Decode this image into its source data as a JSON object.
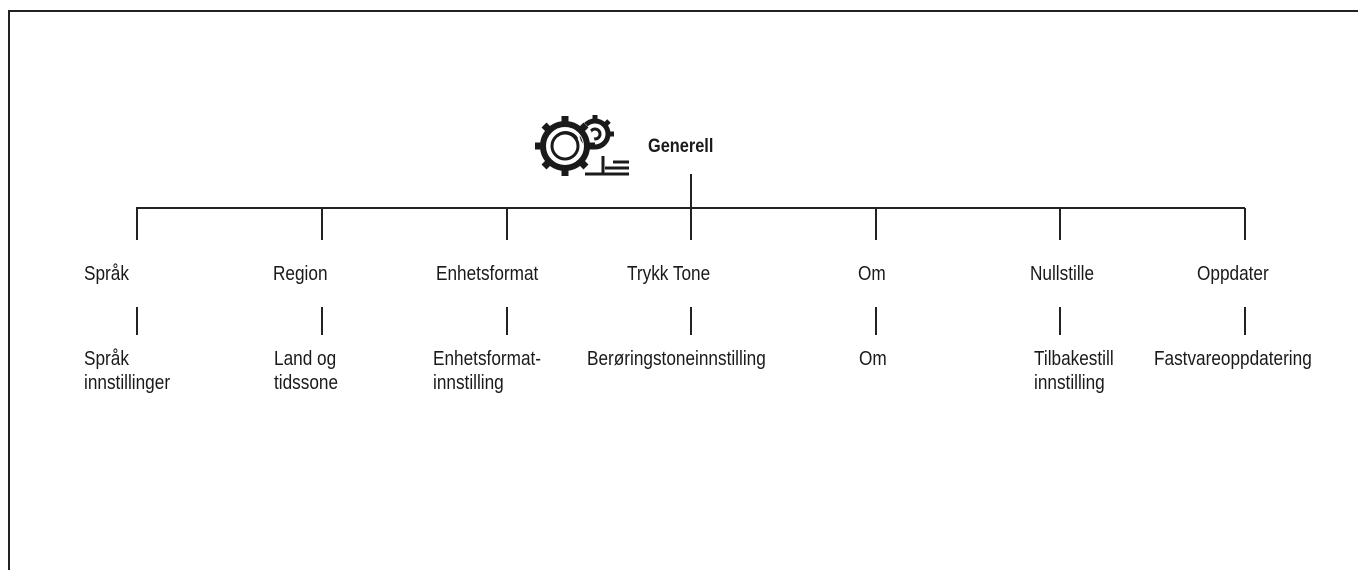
{
  "root": {
    "icon": "gears-settings-icon",
    "label": "Generell"
  },
  "categories": [
    {
      "label": "Språk",
      "detail": "Språk\ninnstillinger"
    },
    {
      "label": "Region",
      "detail": "Land og\ntidssone"
    },
    {
      "label": "Enhetsformat",
      "detail": "Enhetsformat-\ninnstilling"
    },
    {
      "label": "Trykk Tone",
      "detail": "Berøringstoneinnstilling"
    },
    {
      "label": "Om",
      "detail": "Om"
    },
    {
      "label": "Nullstille",
      "detail": "Tilbakestill\ninnstilling"
    },
    {
      "label": "Oppdater",
      "detail": "Fastvareoppdatering"
    }
  ],
  "colors": {
    "line": "#222222",
    "text": "#1a1a1a"
  }
}
